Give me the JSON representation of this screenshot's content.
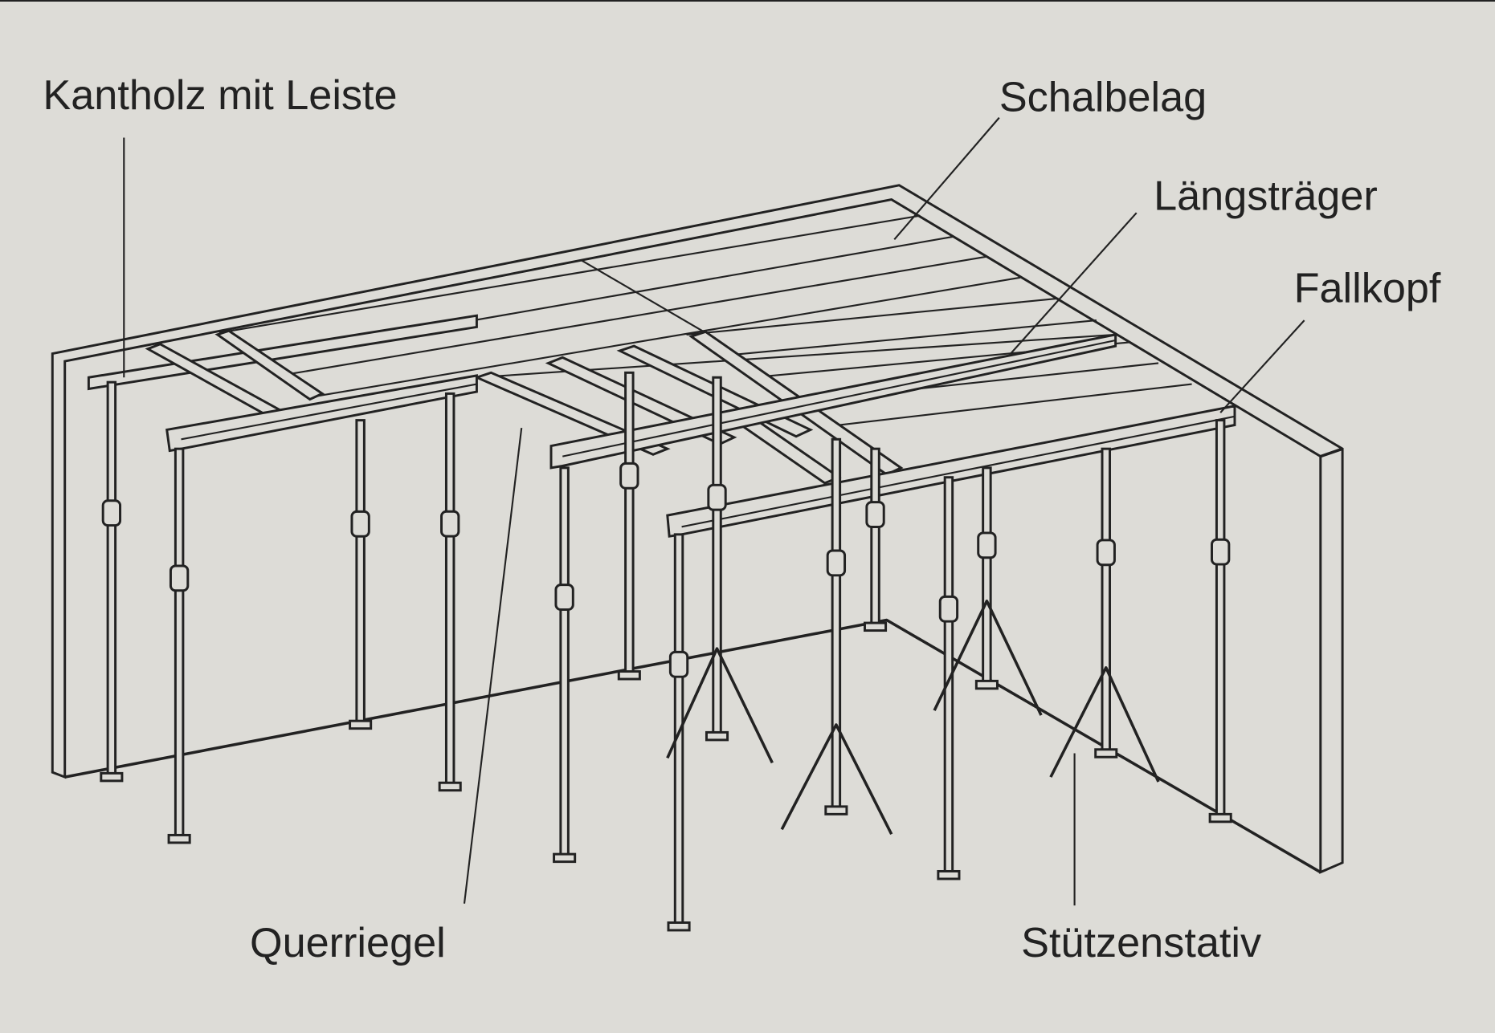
{
  "title": "Deckenschalung",
  "labels": {
    "kantholz": "Kantholz mit Leiste",
    "schalbelag": "Schalbelag",
    "laengstraeger": "Längsträger",
    "fallkopf": "Fallkopf",
    "querriegel": "Querriegel",
    "stuetzenstativ": "Stützenstativ"
  },
  "colors": {
    "background": "#dddcd7",
    "line": "#222222"
  }
}
